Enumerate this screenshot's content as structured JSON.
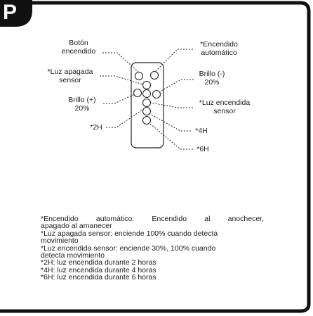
{
  "diagram": {
    "badge_letter": "P",
    "labels": {
      "boton_encendido": [
        "Botón",
        "encendido"
      ],
      "encendido_automatico": [
        "*Encendido",
        "automático"
      ],
      "luz_apagada_sensor": [
        "*Luz apagada",
        "sensor"
      ],
      "brillo_menos": [
        "Brillo (-)",
        "20%"
      ],
      "brillo_mas": [
        "Brillo (+)",
        "20%"
      ],
      "luz_encendida_sensor": [
        "*Luz encendida",
        "sensor"
      ],
      "h2": "*2H",
      "h4": "*4H",
      "h6": "*6H"
    }
  },
  "notes": [
    "*Encendido automático: Encendido al anochecer,",
    "apagado al amanecer",
    "*Luz apagada sensor: enciende 100% cuando detecta",
    "movimiento",
    "*Luz encendida sensor: enciende 30%, 100% cuando",
    "detecta movimiento",
    "*2H: luz encendida durante 2 horas",
    "*4H: luz encendida durante 4 horas",
    "*6H: luz encendida durante 6 horas"
  ]
}
